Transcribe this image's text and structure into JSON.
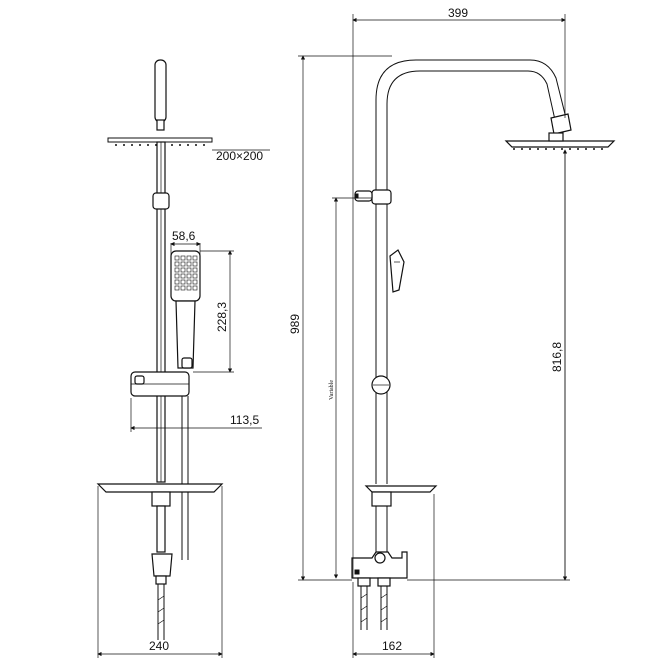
{
  "dimensions": {
    "head_size": "200×200",
    "handset_width": "58,6",
    "handset_length": "228,3",
    "holder_depth": "113,5",
    "tray_width_front": "240",
    "total_width": "399",
    "total_height": "989",
    "variable_label": "Variable",
    "outlet_height": "816,8",
    "inlet_spacing": "162"
  },
  "colors": {
    "line": "#111111",
    "background": "#ffffff"
  }
}
